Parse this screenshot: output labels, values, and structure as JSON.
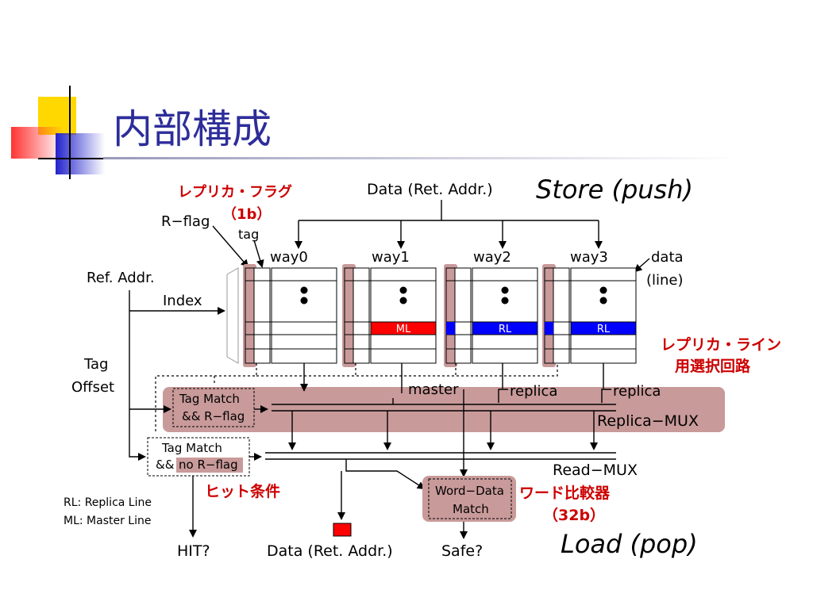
{
  "title": "内部構成",
  "labels": {
    "replica_flag_jp": "レプリカ・フラグ",
    "replica_flag_bits": "（1b）",
    "r_flag": "R−flag",
    "tag": "tag",
    "data_in": "Data (Ret. Addr.)",
    "store": "Store (push)",
    "data_line_1": "data",
    "data_line_2": "(line)",
    "ref_addr": "Ref. Addr.",
    "index": "Index",
    "tag_offset_1": "Tag",
    "tag_offset_2": "Offset",
    "replica_line_sel_1": "レプリカ・ライン",
    "replica_line_sel_2": "用選択回路",
    "master": "master",
    "replica_a": "replica",
    "replica_b": "replica",
    "tag_match_rflag_1": "Tag Match",
    "tag_match_rflag_2": "&& R−flag",
    "replica_mux": "Replica−MUX",
    "tag_match_norflag_1": "Tag Match",
    "tag_match_norflag_2a": "&& ",
    "tag_match_norflag_2b": "no R−flag",
    "read_mux": "Read−MUX",
    "hit_cond": "ヒット条件",
    "word_data_1": "Word−Data",
    "word_data_2": "Match",
    "word_compare": "ワード比較器",
    "word_bits": "（32b）",
    "legend_rl": "RL: Replica Line",
    "legend_ml": "ML: Master Line",
    "hit_q": "HIT?",
    "data_out": "Data (Ret. Addr.)",
    "safe_q": "Safe?",
    "load": "Load (pop)"
  },
  "ways": [
    {
      "name": "way0",
      "line_label": ""
    },
    {
      "name": "way1",
      "line_label": "ML"
    },
    {
      "name": "way2",
      "line_label": "RL"
    },
    {
      "name": "way3",
      "line_label": "RL"
    }
  ],
  "colors": {
    "title": "#2d2d9a",
    "label_red": "#cc0000",
    "highlight": "#c99a9a",
    "ml": "#ff0000",
    "rl": "#0000ff"
  },
  "icons": [
    "rows-continue-icon",
    "decoder-icon",
    "output-square-icon"
  ]
}
